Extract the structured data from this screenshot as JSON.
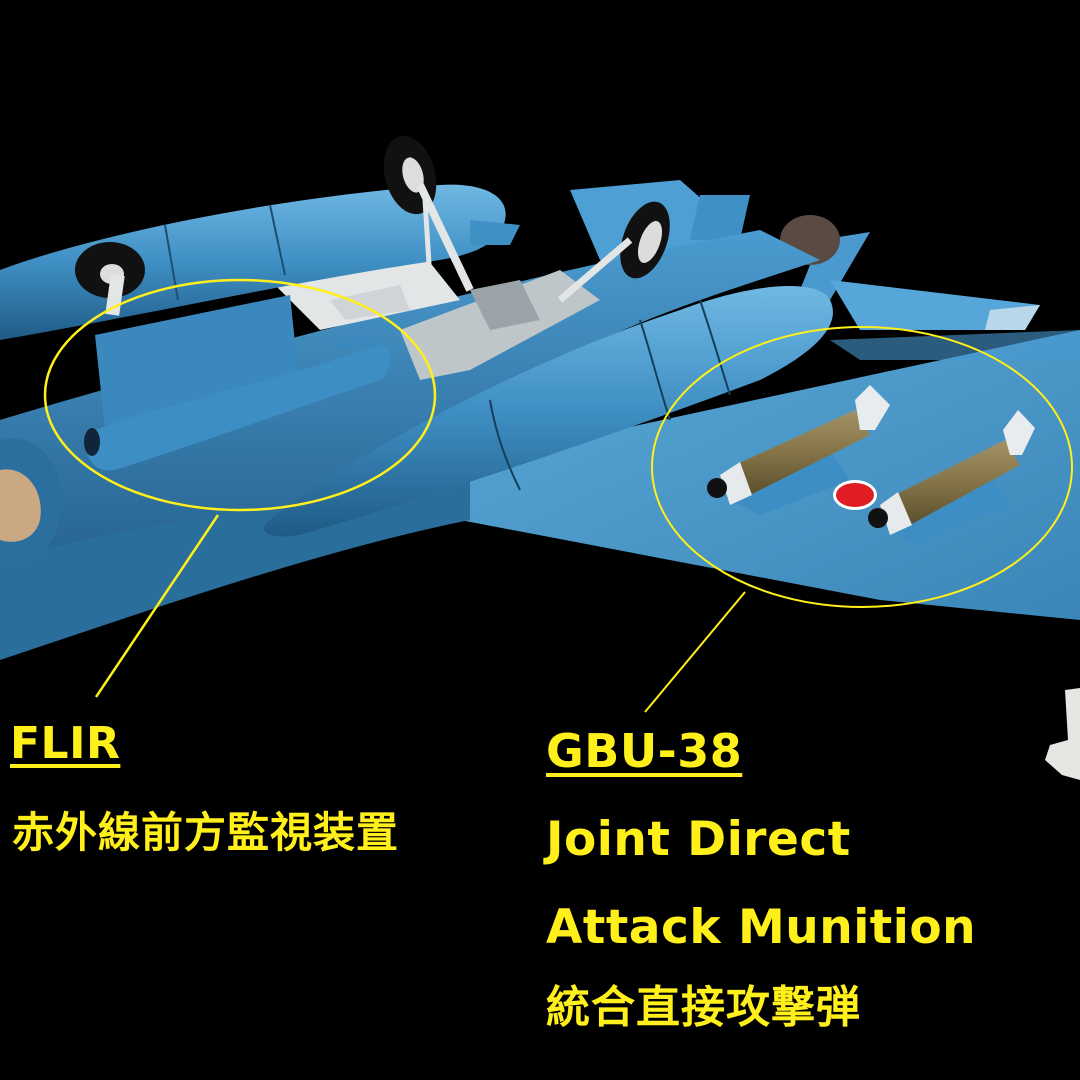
{
  "photo": {
    "subject": "Blue-painted model jet aircraft with drop tanks, landing gear, FLIR pod and two guided bombs on underwing pylons",
    "colors": {
      "background": "#000000",
      "aircraft_blue": "#3f8fc4",
      "aircraft_blue_light": "#5aa9d8",
      "aircraft_blue_dark": "#23628f",
      "bomb_body": "#8a7a4e",
      "bomb_fins": "#e8ecee",
      "hinomaru_red": "#e01c24",
      "annotation_yellow": "#ffef1a",
      "tire": "#101010",
      "gear_white": "#e4e6e6"
    }
  },
  "annotations": {
    "flir": {
      "title": " FLIR",
      "subtitle_jp": "赤外線前方監視装置"
    },
    "gbu": {
      "title": "GBU-38",
      "line1": "Joint Direct",
      "line2": "Attack Munition",
      "subtitle_jp": "統合直接攻撃弾"
    }
  }
}
